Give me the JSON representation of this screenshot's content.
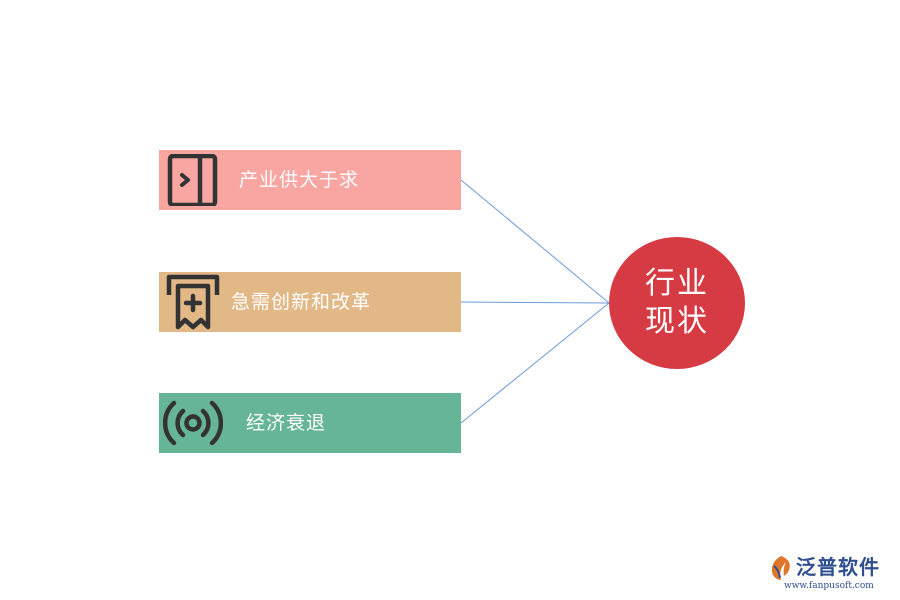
{
  "colors": {
    "connector": "#6a9bd8",
    "hub": "#d63a43",
    "icon": "#333333",
    "label": "#ffffff"
  },
  "hub": {
    "line1": "行业",
    "line2": "现状"
  },
  "items": [
    {
      "label": "产业供大于求",
      "icon": "panel-arrow-icon",
      "color": "#f9a6a3"
    },
    {
      "label": "急需创新和改革",
      "icon": "receipt-plus-icon",
      "color": "#e2b887"
    },
    {
      "label": "经济衰退",
      "icon": "broadcast-icon",
      "color": "#65b596"
    }
  ],
  "logo": {
    "brand": "泛普软件",
    "url": "www.fanpusoft.com",
    "icon": "brand-leaf-icon"
  }
}
